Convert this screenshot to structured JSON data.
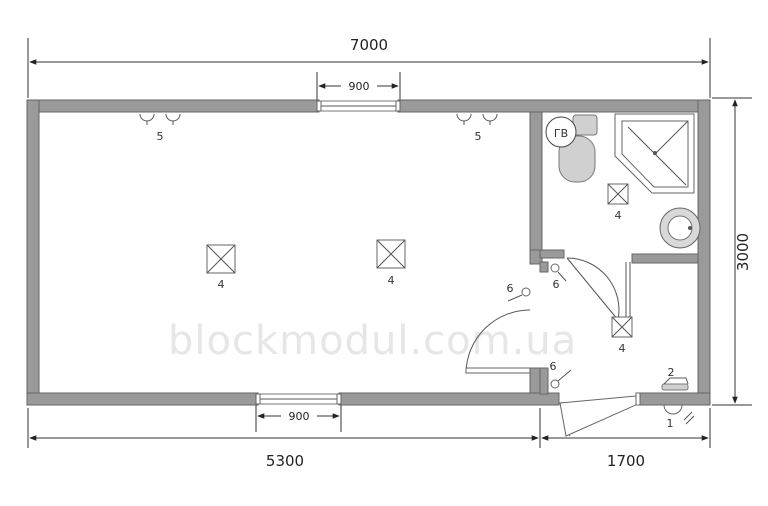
{
  "dimensions": {
    "total_length": "7000",
    "total_width": "3000",
    "main_room_length": "5300",
    "side_block_length": "1700",
    "window_top": "900",
    "window_bottom": "900"
  },
  "labels": {
    "water_heater": "ГВ",
    "marker_1": "1",
    "marker_2": "2",
    "marker_4": "4",
    "marker_5": "5",
    "marker_6": "6"
  },
  "watermark": "blockmodul.com.ua"
}
